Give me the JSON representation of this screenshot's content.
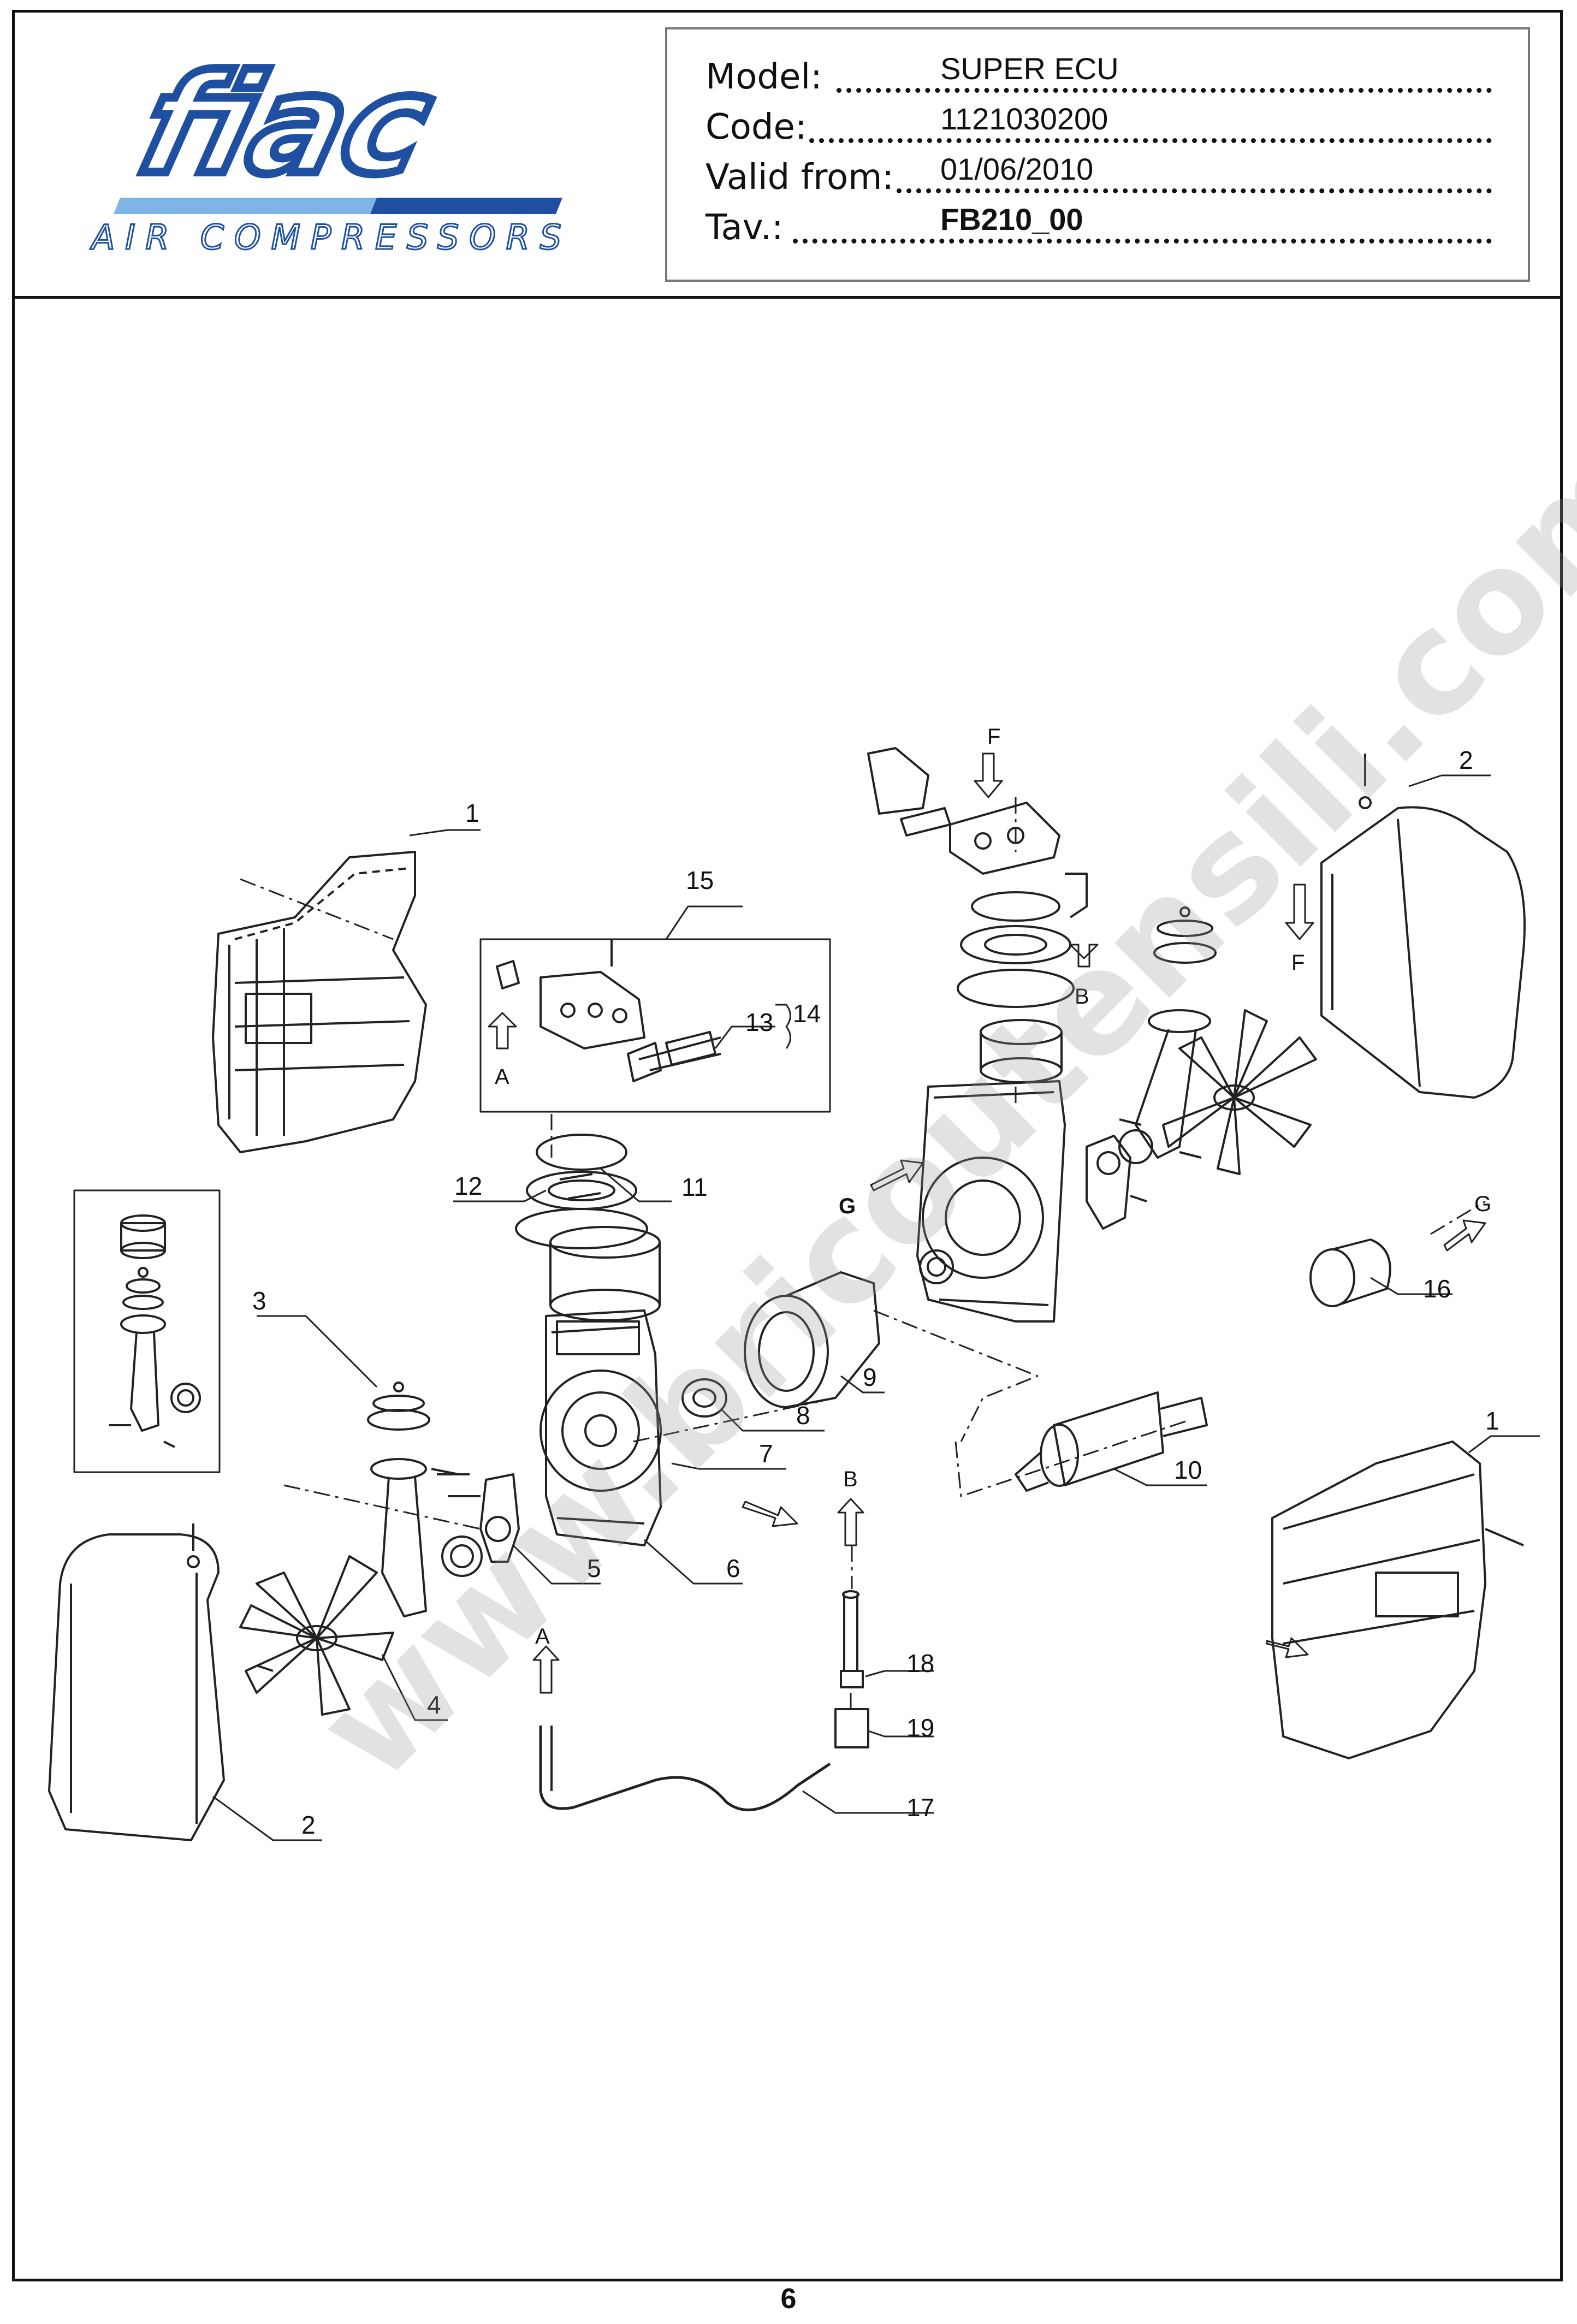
{
  "brand": {
    "logo_text": "fiac",
    "tagline": "AIR COMPRESSORS",
    "colors": {
      "primary": "#1e4fa0",
      "light": "#7fb4e6"
    }
  },
  "info": {
    "model_label": "Model:",
    "model_value": "SUPER ECU",
    "code_label": "Code:",
    "code_value": "1121030200",
    "valid_label": "Valid from:",
    "valid_value": "01/06/2010",
    "tav_label": "Tav.:",
    "tav_value": "FB210_00"
  },
  "watermark": "www.bricoutensili.com",
  "callouts": [
    "1",
    "2",
    "3",
    "4",
    "5",
    "6",
    "7",
    "8",
    "9",
    "10",
    "11",
    "12",
    "13",
    "14",
    "15",
    "16",
    "17",
    "18",
    "19"
  ],
  "flow_labels": [
    "A",
    "B",
    "F",
    "G"
  ],
  "page_number": "6"
}
